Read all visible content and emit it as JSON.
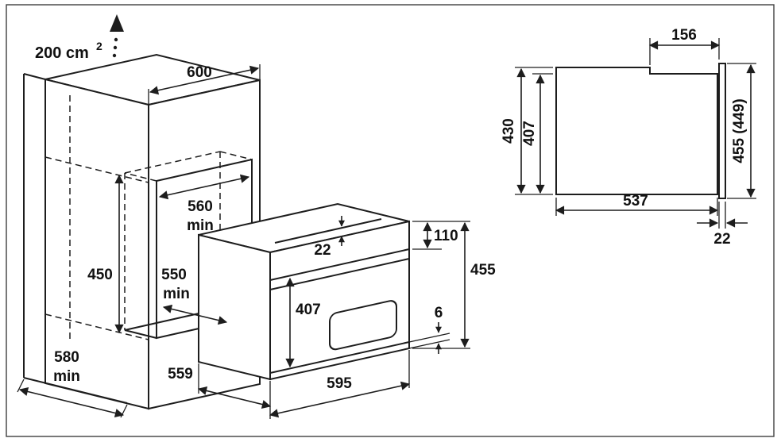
{
  "figure": {
    "colors": {
      "line": "#1d1d1d",
      "background": "#ffffff",
      "border": "#3f3f3f"
    },
    "vent": {
      "value": "200 cm",
      "sup": "2"
    },
    "cabinet": {
      "width": "600",
      "niche_width": "560",
      "niche_width_min": "min",
      "niche_height": "450",
      "niche_depth": "550",
      "niche_depth_min": "min",
      "depth": "580",
      "depth_min": "min"
    },
    "oven": {
      "top_gap": "22",
      "panel_height": "110",
      "height": "455",
      "door_gap": "6",
      "door_height": "407",
      "depth": "559",
      "width": "595"
    },
    "side_view": {
      "top_recess": "156",
      "body_height": "430",
      "inner_height": "407",
      "total_height": "455 (449)",
      "depth": "537",
      "door_thickness": "22"
    }
  }
}
